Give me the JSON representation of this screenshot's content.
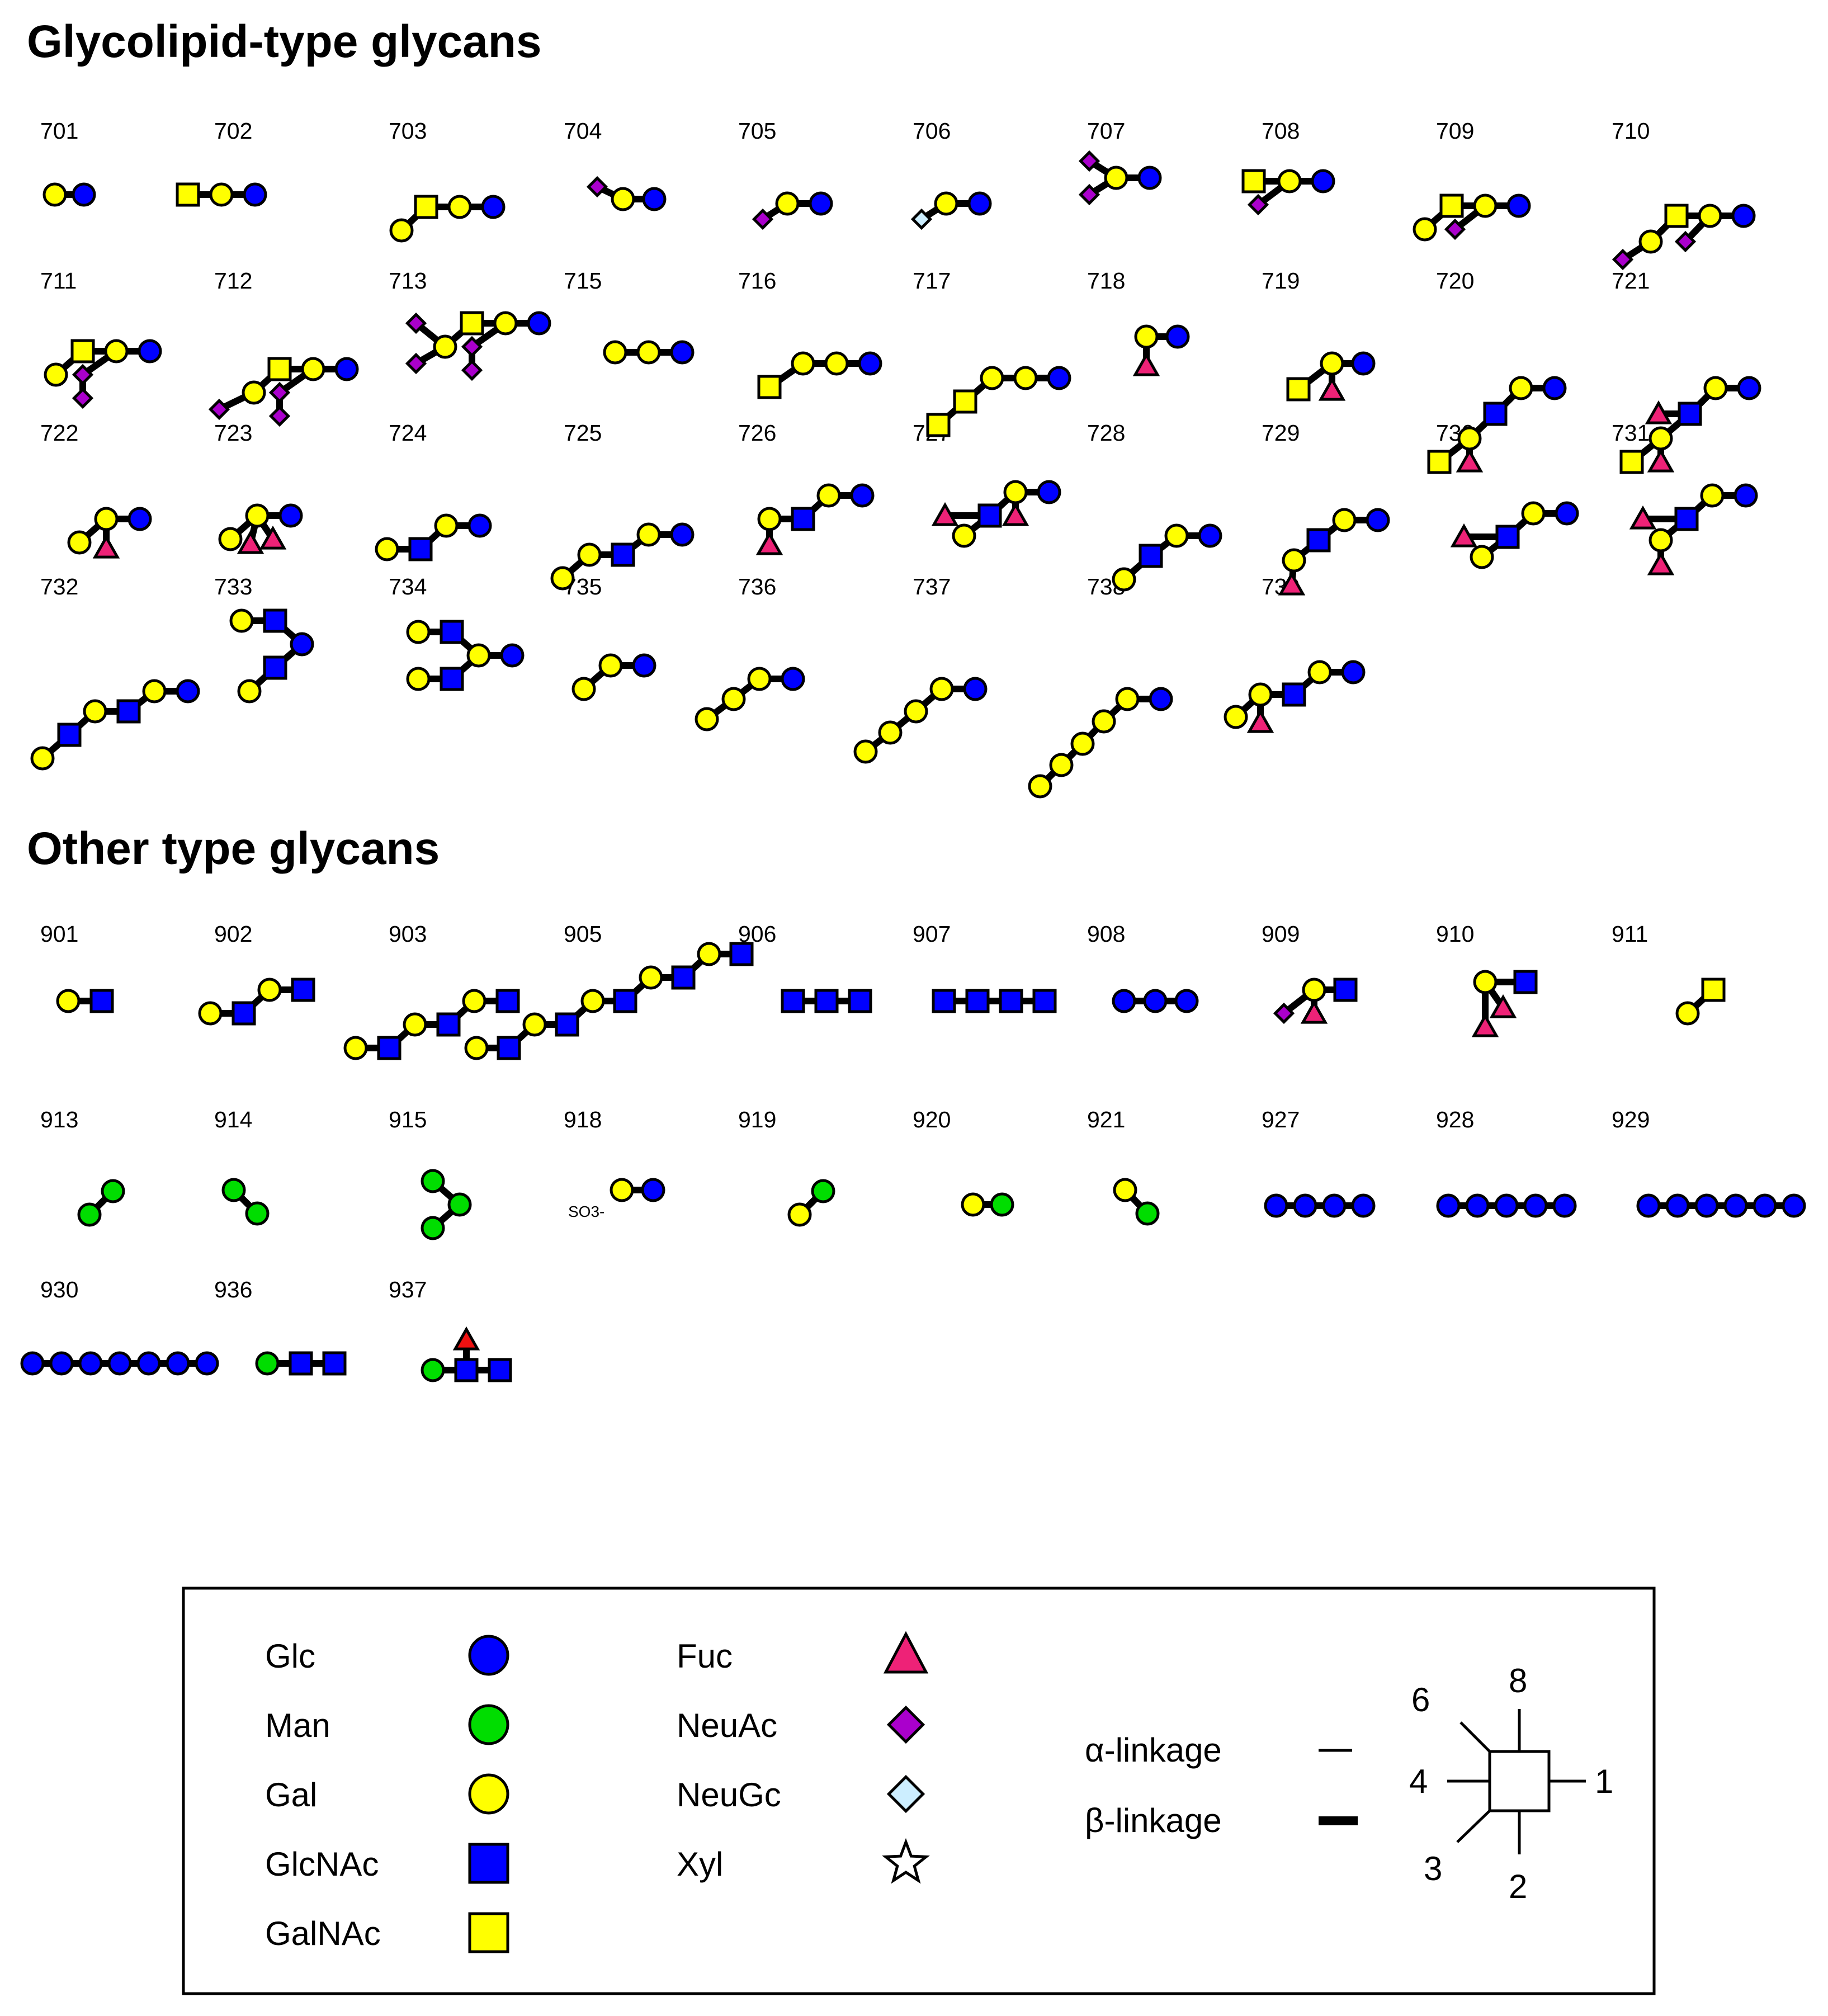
{
  "sections": [
    {
      "title": "Glycolipid-type glycans"
    },
    {
      "title": "Other type glycans"
    }
  ],
  "glycans": [
    {
      "id": "701",
      "section": 0,
      "row": 0,
      "col": 0
    },
    {
      "id": "702",
      "section": 0,
      "row": 0,
      "col": 1
    },
    {
      "id": "703",
      "section": 0,
      "row": 0,
      "col": 2
    },
    {
      "id": "704",
      "section": 0,
      "row": 0,
      "col": 3
    },
    {
      "id": "705",
      "section": 0,
      "row": 0,
      "col": 4
    },
    {
      "id": "706",
      "section": 0,
      "row": 0,
      "col": 5
    },
    {
      "id": "707",
      "section": 0,
      "row": 0,
      "col": 6
    },
    {
      "id": "708",
      "section": 0,
      "row": 0,
      "col": 7
    },
    {
      "id": "709",
      "section": 0,
      "row": 0,
      "col": 8
    },
    {
      "id": "710",
      "section": 0,
      "row": 0,
      "col": 9
    },
    {
      "id": "711",
      "section": 0,
      "row": 1,
      "col": 0
    },
    {
      "id": "712",
      "section": 0,
      "row": 1,
      "col": 1
    },
    {
      "id": "713",
      "section": 0,
      "row": 1,
      "col": 2
    },
    {
      "id": "715",
      "section": 0,
      "row": 1,
      "col": 3
    },
    {
      "id": "716",
      "section": 0,
      "row": 1,
      "col": 4
    },
    {
      "id": "717",
      "section": 0,
      "row": 1,
      "col": 5
    },
    {
      "id": "718",
      "section": 0,
      "row": 1,
      "col": 6
    },
    {
      "id": "719",
      "section": 0,
      "row": 1,
      "col": 7
    },
    {
      "id": "720",
      "section": 0,
      "row": 1,
      "col": 8
    },
    {
      "id": "721",
      "section": 0,
      "row": 1,
      "col": 9
    },
    {
      "id": "722",
      "section": 0,
      "row": 2,
      "col": 0
    },
    {
      "id": "723",
      "section": 0,
      "row": 2,
      "col": 1
    },
    {
      "id": "724",
      "section": 0,
      "row": 2,
      "col": 2
    },
    {
      "id": "725",
      "section": 0,
      "row": 2,
      "col": 3
    },
    {
      "id": "726",
      "section": 0,
      "row": 2,
      "col": 4
    },
    {
      "id": "727",
      "section": 0,
      "row": 2,
      "col": 5
    },
    {
      "id": "728",
      "section": 0,
      "row": 2,
      "col": 6
    },
    {
      "id": "729",
      "section": 0,
      "row": 2,
      "col": 7
    },
    {
      "id": "730",
      "section": 0,
      "row": 2,
      "col": 8
    },
    {
      "id": "731",
      "section": 0,
      "row": 2,
      "col": 9
    },
    {
      "id": "732",
      "section": 0,
      "row": 3,
      "col": 0
    },
    {
      "id": "733",
      "section": 0,
      "row": 3,
      "col": 1
    },
    {
      "id": "734",
      "section": 0,
      "row": 3,
      "col": 2
    },
    {
      "id": "735",
      "section": 0,
      "row": 3,
      "col": 3
    },
    {
      "id": "736",
      "section": 0,
      "row": 3,
      "col": 4
    },
    {
      "id": "737",
      "section": 0,
      "row": 3,
      "col": 5
    },
    {
      "id": "738",
      "section": 0,
      "row": 3,
      "col": 6
    },
    {
      "id": "739",
      "section": 0,
      "row": 3,
      "col": 7
    },
    {
      "id": "901",
      "section": 1,
      "row": 0,
      "col": 0
    },
    {
      "id": "902",
      "section": 1,
      "row": 0,
      "col": 1
    },
    {
      "id": "903",
      "section": 1,
      "row": 0,
      "col": 2
    },
    {
      "id": "905",
      "section": 1,
      "row": 0,
      "col": 3
    },
    {
      "id": "906",
      "section": 1,
      "row": 0,
      "col": 4
    },
    {
      "id": "907",
      "section": 1,
      "row": 0,
      "col": 5
    },
    {
      "id": "908",
      "section": 1,
      "row": 0,
      "col": 6
    },
    {
      "id": "909",
      "section": 1,
      "row": 0,
      "col": 7
    },
    {
      "id": "910",
      "section": 1,
      "row": 0,
      "col": 8
    },
    {
      "id": "911",
      "section": 1,
      "row": 0,
      "col": 9
    },
    {
      "id": "913",
      "section": 1,
      "row": 1,
      "col": 0
    },
    {
      "id": "914",
      "section": 1,
      "row": 1,
      "col": 1
    },
    {
      "id": "915",
      "section": 1,
      "row": 1,
      "col": 2
    },
    {
      "id": "918",
      "section": 1,
      "row": 1,
      "col": 3,
      "annotation": "SO3-"
    },
    {
      "id": "919",
      "section": 1,
      "row": 1,
      "col": 4
    },
    {
      "id": "920",
      "section": 1,
      "row": 1,
      "col": 5
    },
    {
      "id": "921",
      "section": 1,
      "row": 1,
      "col": 6
    },
    {
      "id": "927",
      "section": 1,
      "row": 1,
      "col": 7
    },
    {
      "id": "928",
      "section": 1,
      "row": 1,
      "col": 8
    },
    {
      "id": "929",
      "section": 1,
      "row": 1,
      "col": 9
    },
    {
      "id": "930",
      "section": 1,
      "row": 2,
      "col": 0
    },
    {
      "id": "936",
      "section": 1,
      "row": 2,
      "col": 1
    },
    {
      "id": "937",
      "section": 1,
      "row": 2,
      "col": 2
    }
  ],
  "legend": {
    "monosaccharides": [
      {
        "name": "Glc",
        "shape": "circle",
        "color": "#0000ff"
      },
      {
        "name": "Man",
        "shape": "circle",
        "color": "#00dd00"
      },
      {
        "name": "Gal",
        "shape": "circle",
        "color": "#ffff00"
      },
      {
        "name": "GlcNAc",
        "shape": "square",
        "color": "#0000ff"
      },
      {
        "name": "GalNAc",
        "shape": "square",
        "color": "#ffff00"
      },
      {
        "name": "Fuc",
        "shape": "triangle",
        "color": "#ee2277"
      },
      {
        "name": "NeuAc",
        "shape": "diamond",
        "color": "#aa00cc"
      },
      {
        "name": "NeuGc",
        "shape": "diamond",
        "color": "#cceeff"
      },
      {
        "name": "Xyl",
        "shape": "star",
        "color": "#ffffff"
      }
    ],
    "alpha_label": "α-linkage",
    "beta_label": "β-linkage",
    "positions": [
      "6",
      "8",
      "4",
      "1",
      "3",
      "2"
    ]
  },
  "colors": {
    "glc": "#0000ff",
    "man": "#00dd00",
    "gal": "#ffff00",
    "fuc": "#ee2277",
    "fuc937": "#ee1111",
    "neuac": "#aa00cc",
    "neugc": "#cceeff"
  }
}
